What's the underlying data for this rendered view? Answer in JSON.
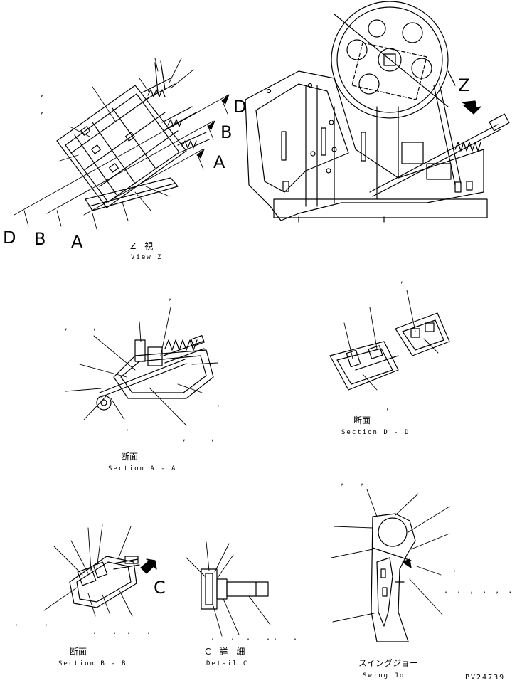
{
  "view_z": {
    "title_jp": "Z　視",
    "title_en": "View Z",
    "letters": [
      "D",
      "B",
      "A"
    ]
  },
  "side_view": {
    "letters": [
      "Z",
      "D",
      "B",
      "A"
    ]
  },
  "section_aa": {
    "title_jp": "断面",
    "title_en": "Section A - A"
  },
  "section_dd": {
    "title_jp": "断面",
    "title_en": "Section D - D"
  },
  "section_bb": {
    "title_jp": "断面",
    "title_en": "Section B - B",
    "letter": "C"
  },
  "detail_c": {
    "title_jp": "C　詳　細",
    "title_en": "Detail C"
  },
  "swing_jaw": {
    "title_jp": "スイングジョー",
    "title_en": "Swing Jo"
  },
  "marks": {
    "comma": ",",
    "dots": ". .",
    "dots_long": ". . , . , . ."
  },
  "part_number": "PV24739"
}
